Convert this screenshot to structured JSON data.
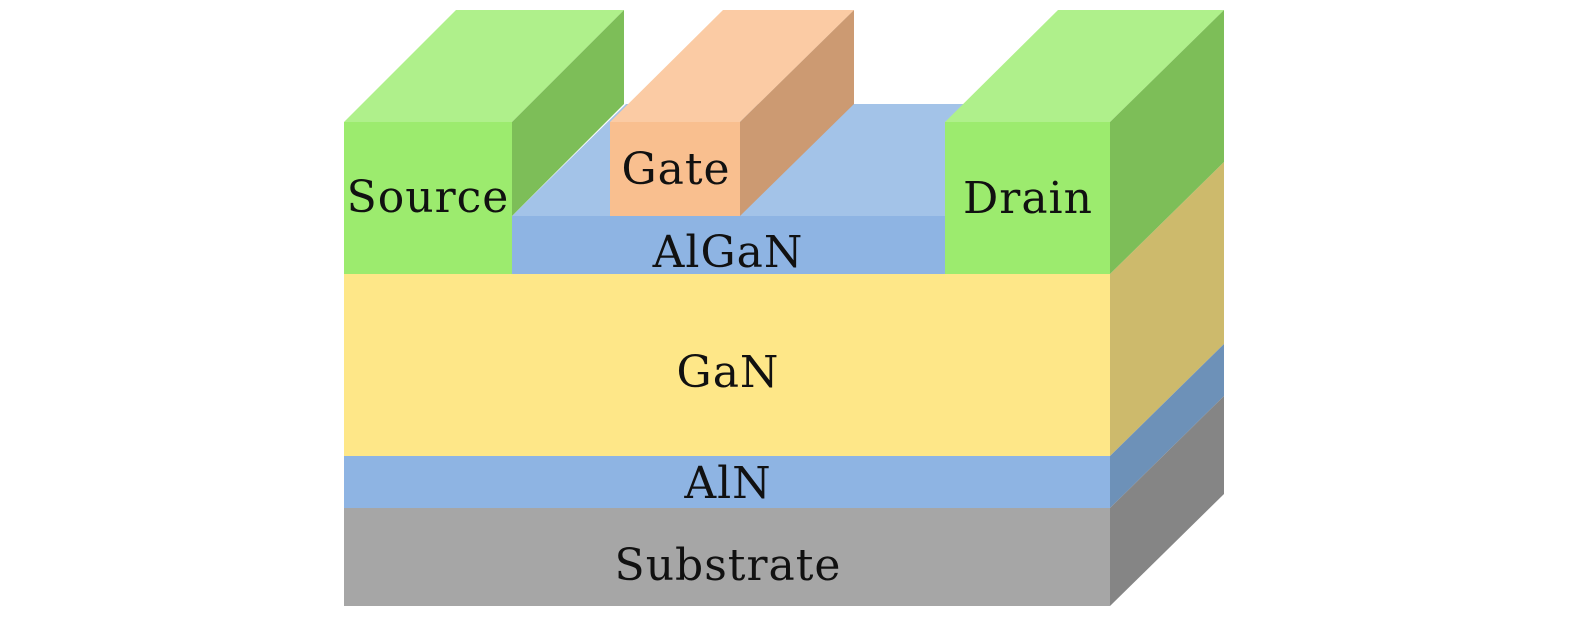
{
  "diagram": {
    "title": "AlGaN/GaN HEMT cross-section",
    "layers": [
      {
        "id": "substrate",
        "label": "Substrate",
        "colors": {
          "front": "#a6a6a6",
          "side": "#858585",
          "top": "#b8b8b8"
        }
      },
      {
        "id": "aln",
        "label": "AlN",
        "colors": {
          "front": "#8eb4e3",
          "side": "#6d91b8",
          "top": "#a3c2e8"
        }
      },
      {
        "id": "gan",
        "label": "GaN",
        "colors": {
          "front": "#fee788",
          "side": "#cdba6c",
          "top": "#fff0a8"
        }
      },
      {
        "id": "algan",
        "label": "AlGaN",
        "colors": {
          "front": "#8eb4e3",
          "side": "#6d91b8",
          "top": "#a3c3e8"
        }
      }
    ],
    "contacts": [
      {
        "id": "source",
        "label": "Source",
        "colors": {
          "front": "#9ceb6e",
          "side": "#7dbe58",
          "top": "#aff08b"
        }
      },
      {
        "id": "gate",
        "label": "Gate",
        "colors": {
          "front": "#f9bf8f",
          "side": "#cc9a72",
          "top": "#fbcba4"
        }
      },
      {
        "id": "drain",
        "label": "Drain",
        "colors": {
          "front": "#9ceb6e",
          "side": "#7dbe58",
          "top": "#aff08b"
        }
      }
    ]
  }
}
